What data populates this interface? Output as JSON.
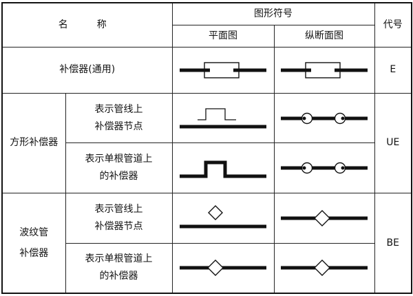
{
  "header": {
    "name": "名　称",
    "symbol": "图形符号",
    "plan": "平面图",
    "section": "纵断面图",
    "code": "代号"
  },
  "rows": {
    "general": {
      "label": "补偿器(通用)",
      "code": "E",
      "plan_symbol": "general-plan-symbol",
      "section_symbol": "general-section-symbol"
    },
    "square": {
      "label": "方形补偿器",
      "code": "UE",
      "sub1_line1": "表示管线上",
      "sub1_line2": "补偿器节点",
      "sub2_line1": "表示单根管道上",
      "sub2_line2": "的补偿器"
    },
    "corrugated": {
      "label_line1": "波纹管",
      "label_line2": "补偿器",
      "code": "BE",
      "sub1_line1": "表示管线上",
      "sub1_line2": "补偿器节点",
      "sub2_line1": "表示单根管道上",
      "sub2_line2": "的补偿器"
    }
  }
}
